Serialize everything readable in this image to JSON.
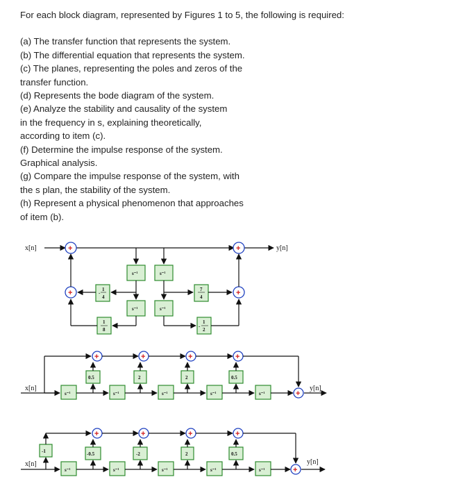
{
  "intro": "For each block diagram, represented by Figures 1 to 5, the following is required:",
  "lines": [
    "(a) The transfer function that represents the system.",
    "(b) The differential equation that represents the system.",
    "(c) The planes, representing the poles and zeros of the",
    "transfer function.",
    "(d) Represents the bode diagram of the system.",
    "(e) Analyze the stability and causality of the system",
    "in the frequency in s, explaining theoretically,",
    "according to item (c).",
    "(f) Determine the impulse response of the system.",
    "Graphical analysis.",
    "(g) Compare the impulse response of the system, with",
    "the s plan, the stability of the system.",
    "(h) Represent a physical phenomenon that approaches",
    "of item (b)."
  ],
  "diagram1": {
    "input": "x[n]",
    "output": "y[n]",
    "sum_symbol": "+",
    "delay": "s⁻¹",
    "gains": [
      "1/4",
      "7/4",
      "1/8",
      "1/2"
    ],
    "gain_num": [
      "1",
      "7",
      "1",
      "1"
    ],
    "gain_den": [
      "4",
      "4",
      "8",
      "2"
    ],
    "gain_sign": [
      "-",
      "",
      "",
      "-"
    ]
  },
  "diagram2": {
    "input": "x[n]",
    "output": "y[n]",
    "sum_symbol": "+",
    "delay": "s⁻¹",
    "gains": [
      "0.5",
      "2",
      "2",
      "0.5"
    ]
  },
  "diagram3": {
    "input": "x[n]",
    "output": "y[n]",
    "sum_symbol": "+",
    "delay": "s⁻¹",
    "gains": [
      "-1",
      "-0.5",
      "-2",
      "2",
      "0.5"
    ]
  }
}
